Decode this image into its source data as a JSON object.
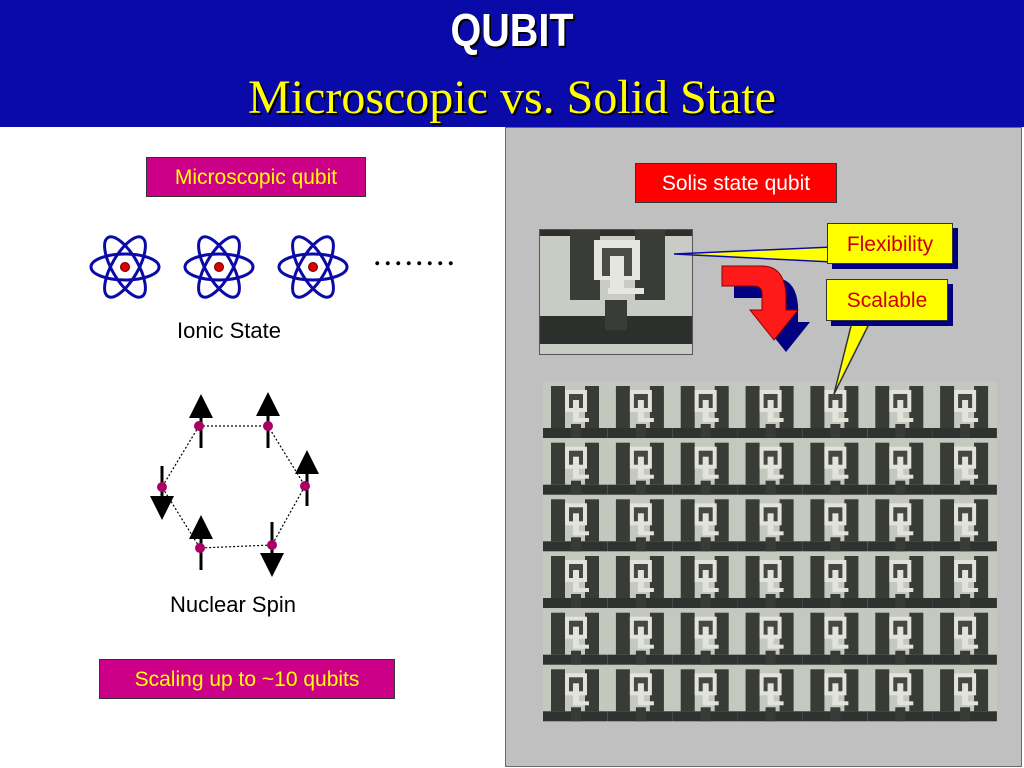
{
  "header": {
    "title": "QUBIT",
    "subtitle": "Microscopic vs. Solid State"
  },
  "left": {
    "microscopic_label": "Microscopic qubit",
    "ellipsis": "........",
    "ionic_caption": "Ionic State",
    "nuclear_caption": "Nuclear Spin",
    "scaling_label": "Scaling up to ~10 qubits"
  },
  "right": {
    "solid_label": "Solis state qubit",
    "callouts": {
      "flexibility": "Flexibility",
      "scalable": "Scalable"
    }
  },
  "colors": {
    "header_bg": "#0a0aa8",
    "title": "#ffffff",
    "subtitle": "#ffff00",
    "magenta_box": "#cc0088",
    "red_box": "#ff0000",
    "callout_box": "#ffff00",
    "atom_orbit": "#0a0aa8",
    "nucleus": "#dd0000",
    "spin_dot": "#aa0066"
  },
  "icons": {
    "atom": "atom-icon",
    "spin_up": "spin-up-arrow-icon",
    "spin_down": "spin-down-arrow-icon",
    "curved_arrow": "curved-down-arrow-icon"
  }
}
